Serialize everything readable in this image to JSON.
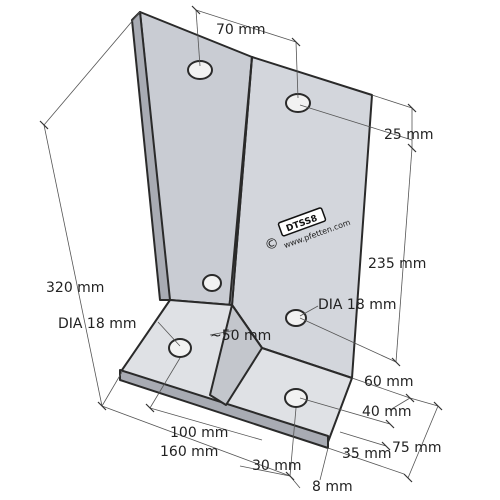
{
  "colors": {
    "plate": "#c9ccd3",
    "plate_shade": "#b7bac2",
    "plate_dark": "#a8abb3",
    "edge": "#2a2a2a",
    "dim_line": "#555555",
    "background": "#ffffff"
  },
  "logo": {
    "copyright": "©",
    "badge": "DTSS8",
    "url": "www.pfetten.com"
  },
  "dimensions": {
    "d70": "70 mm",
    "d25": "25 mm",
    "d235": "235 mm",
    "d320": "320 mm",
    "dia_left": "DIA 18 mm",
    "dia_right": "DIA 18 mm",
    "d50": "~50 mm",
    "d60": "60 mm",
    "d40": "40 mm",
    "d75": "75 mm",
    "d35": "35 mm",
    "d100": "100 mm",
    "d160": "160 mm",
    "d30": "30 mm",
    "d8": "8 mm"
  }
}
